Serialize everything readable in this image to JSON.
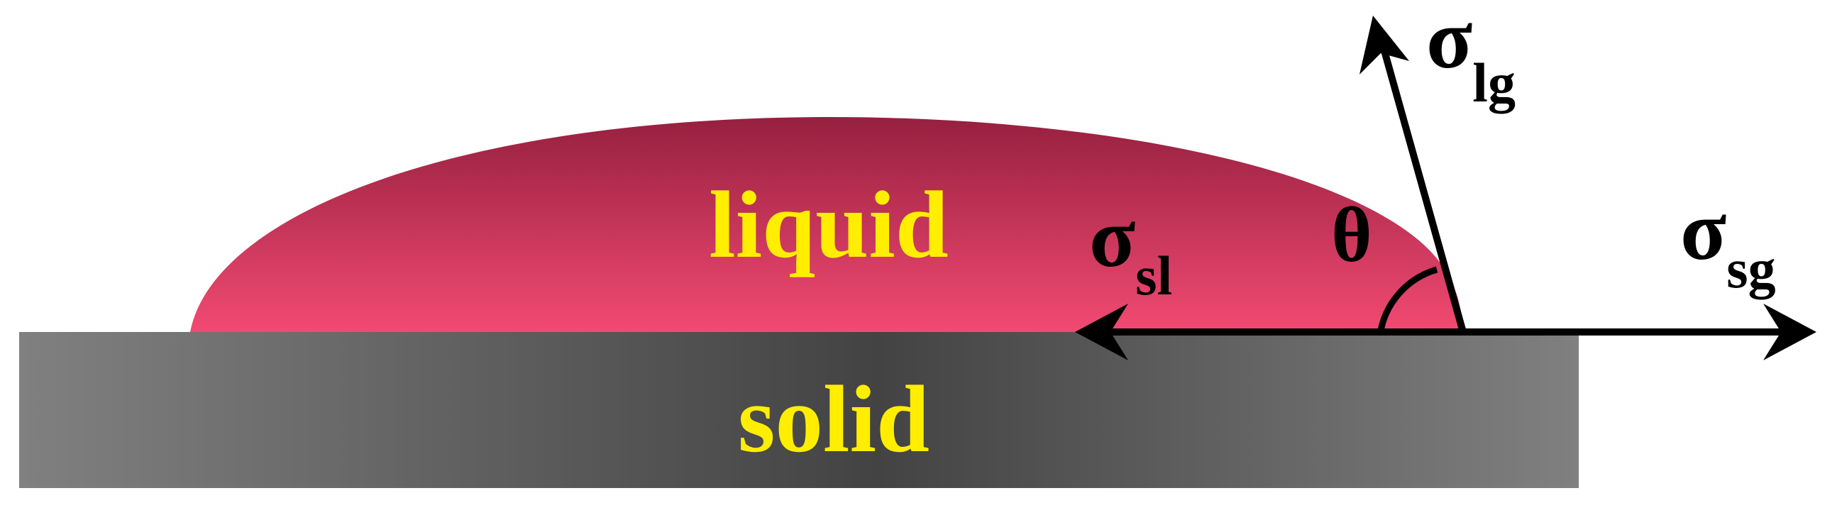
{
  "labels": {
    "liquid": "liquid",
    "solid": "solid",
    "theta": "θ"
  },
  "tensions": {
    "liquid_gas": {
      "symbol": "σ",
      "subscript": "lg"
    },
    "solid_liquid": {
      "symbol": "σ",
      "subscript": "sl"
    },
    "solid_gas": {
      "symbol": "σ",
      "subscript": "sg"
    }
  },
  "colors": {
    "liquid_top": "#96203f",
    "liquid_bottom": "#f24a72",
    "solid_edge": "#808080",
    "solid_center": "#444444",
    "label_text": "#ffee00",
    "arrows": "#000000"
  }
}
